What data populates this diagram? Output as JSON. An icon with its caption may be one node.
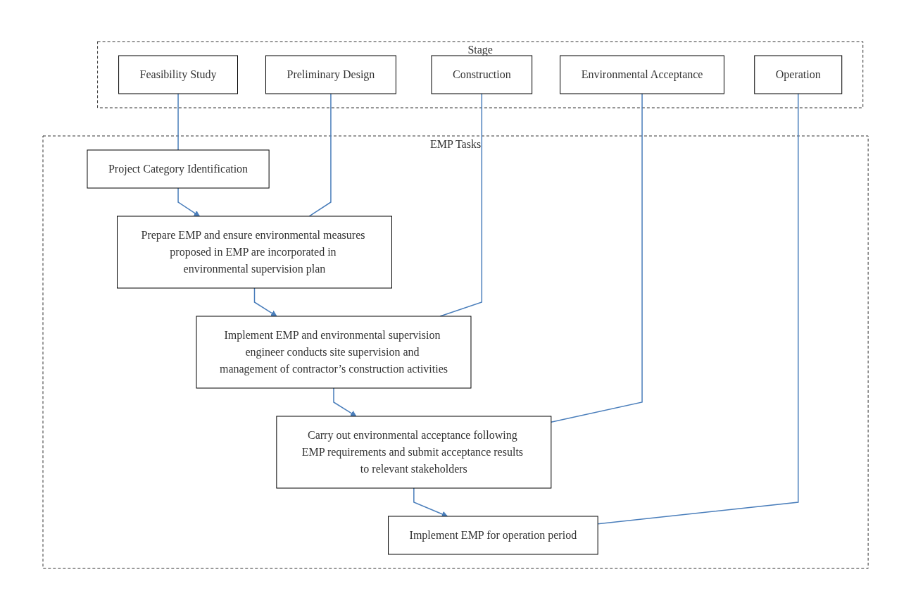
{
  "diagram": {
    "nodes": [
      {
        "text": [
          "Stage"
        ]
      },
      {
        "text": [
          "Feasibility Study"
        ],
        "in": 0
      },
      {
        "text": [
          "Preliminary Design"
        ],
        "in": 0
      },
      {
        "text": [
          "Construction"
        ],
        "in": 0
      },
      {
        "text": [
          "Environmental Acceptance"
        ],
        "in": 0
      },
      {
        "text": [
          "Operation"
        ],
        "in": 0
      },
      {
        "text": [
          "EMP Tasks"
        ]
      },
      {
        "text": [
          "Project Category Identification"
        ],
        "in": 6
      },
      {
        "text": [
          "Prepare EMP and ensure environmental measures proposed in EMP are incorporated in environmental supervision plan"
        ],
        "in": 6
      },
      {
        "text": [
          "Implement EMP and environmental supervision engineer conducts site supervision and management of contractor’s construction activities"
        ],
        "in": 6
      },
      {
        "text": [
          "Carry out environmental acceptance following EMP requirements and submit acceptance results to relevant stakeholders"
        ],
        "in": 6
      },
      {
        "text": [
          "Implement EMP for operation period"
        ],
        "in": 6
      }
    ],
    "edges": [
      {
        "from": 1,
        "to": 7,
        "arrow": "none"
      },
      {
        "from": 7,
        "to": 8,
        "arrow": "to"
      },
      {
        "from": 2,
        "to": 8,
        "arrow": "none"
      },
      {
        "from": 8,
        "to": 9,
        "arrow": "to"
      },
      {
        "from": 3,
        "to": 9,
        "arrow": "none"
      },
      {
        "from": 9,
        "to": 10,
        "arrow": "to"
      },
      {
        "from": 4,
        "to": 10,
        "arrow": "none"
      },
      {
        "from": 10,
        "to": 11,
        "arrow": "to"
      },
      {
        "from": 5,
        "to": 11,
        "arrow": "none"
      }
    ]
  }
}
